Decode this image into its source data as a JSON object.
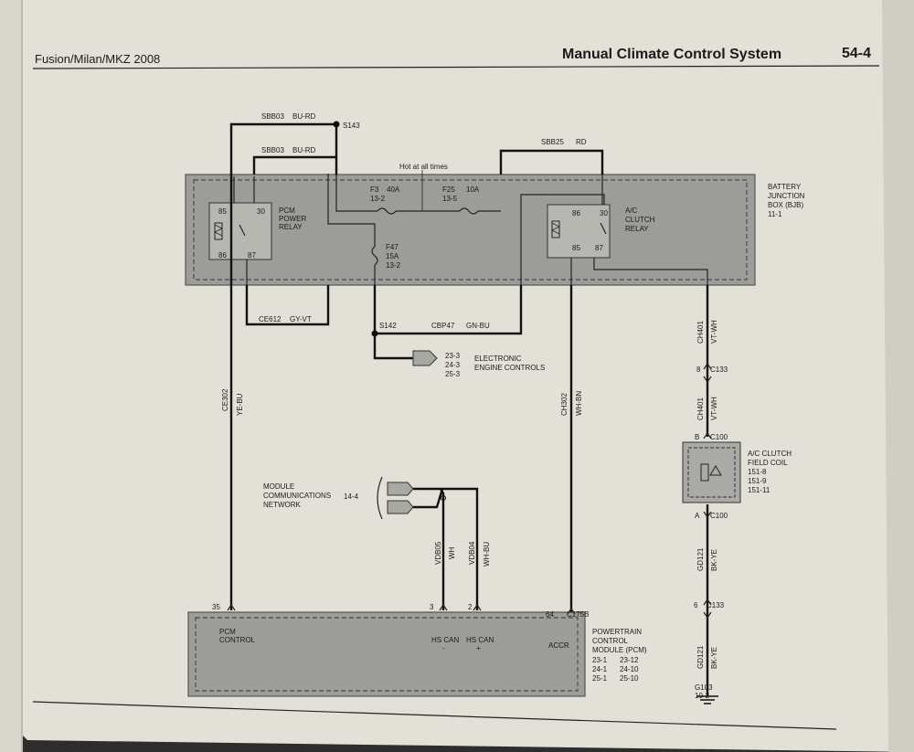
{
  "header": {
    "left": "Fusion/Milan/MKZ 2008",
    "title": "Manual Climate Control System",
    "page": "54-4"
  },
  "bjb": {
    "name_lines": [
      "BATTERY",
      "JUNCTION",
      "BOX (BJB)",
      "11-1"
    ],
    "hot": "Hot at all times",
    "fuse_f3": [
      "F3",
      "40A",
      "13-2"
    ],
    "fuse_f25": [
      "F25",
      "10A",
      "13-5"
    ],
    "fuse_f47": [
      "F47",
      "15A",
      "13-2"
    ],
    "pcm_relay": {
      "lines": [
        "PCM",
        "POWER",
        "RELAY"
      ],
      "pins": [
        "85",
        "30",
        "86",
        "87"
      ]
    },
    "ac_relay": {
      "lines": [
        "A/C",
        "CLUTCH",
        "RELAY"
      ],
      "pins": [
        "86",
        "30",
        "85",
        "87"
      ]
    }
  },
  "wires": {
    "sbb03_a": "SBB03",
    "bu_rd_a": "BU-RD",
    "sbb03_b": "SBB03",
    "bu_rd_b": "BU-RD",
    "s143": "S143",
    "sbb25": "SBB25",
    "rd": "RD",
    "ce612": "CE612",
    "gy_vt": "GY-VT",
    "s142": "S142",
    "cbp47": "CBP47",
    "gn_bu": "GN-BU",
    "ce302": "CE302",
    "ye_bu": "YE-BU",
    "ch302": "CH302",
    "wh_bn": "WH-BN",
    "vdb05": "VDB05",
    "wh": "WH",
    "vdb04": "VDB04",
    "wh_bu": "WH-BU",
    "ch401_a": "CH401",
    "vt_wh_a": "VT-WH",
    "ch401_b": "CH401",
    "vt_wh_b": "VT-WH",
    "gd121_a": "GD121",
    "bk_ye_a": "BK-YE",
    "gd121_b": "GD121",
    "bk_ye_b": "BK-YE"
  },
  "eec": {
    "refs": [
      "23-3",
      "24-3",
      "25-3"
    ],
    "lines": [
      "ELECTRONIC",
      "ENGINE CONTROLS"
    ]
  },
  "mcn": {
    "lines": [
      "MODULE",
      "COMMUNICATIONS",
      "NETWORK"
    ],
    "ref": "14-4"
  },
  "connectors": {
    "c133_top_pin": "8",
    "c133_top": "C133",
    "c100_top_pin": "B",
    "c100_top": "C100",
    "c100_bot_pin": "A",
    "c100_bot": "C100",
    "c133_bot_pin": "6",
    "c133_bot": "C133",
    "pcm_pin35": "35",
    "pcm_pin3": "3",
    "pcm_pin2": "2",
    "pcm_pin64": "64",
    "c175b": "C175B"
  },
  "coil": {
    "lines": [
      "A/C CLUTCH",
      "FIELD COIL"
    ],
    "refs": [
      "151-8",
      "151-9",
      "151-11"
    ]
  },
  "pcm": {
    "lines": [
      "POWERTRAIN",
      "CONTROL",
      "MODULE (PCM)"
    ],
    "refs": [
      "23-1",
      "23-12",
      "24-1",
      "24-10",
      "25-1",
      "25-10"
    ],
    "pcm_control": [
      "PCM",
      "CONTROL"
    ],
    "hs_can_minus": "HS CAN",
    "minus": "-",
    "hs_can_plus": "HS CAN",
    "plus": "+",
    "accr": "ACCR"
  },
  "ground": {
    "name": "G103",
    "ref": "10-2"
  }
}
